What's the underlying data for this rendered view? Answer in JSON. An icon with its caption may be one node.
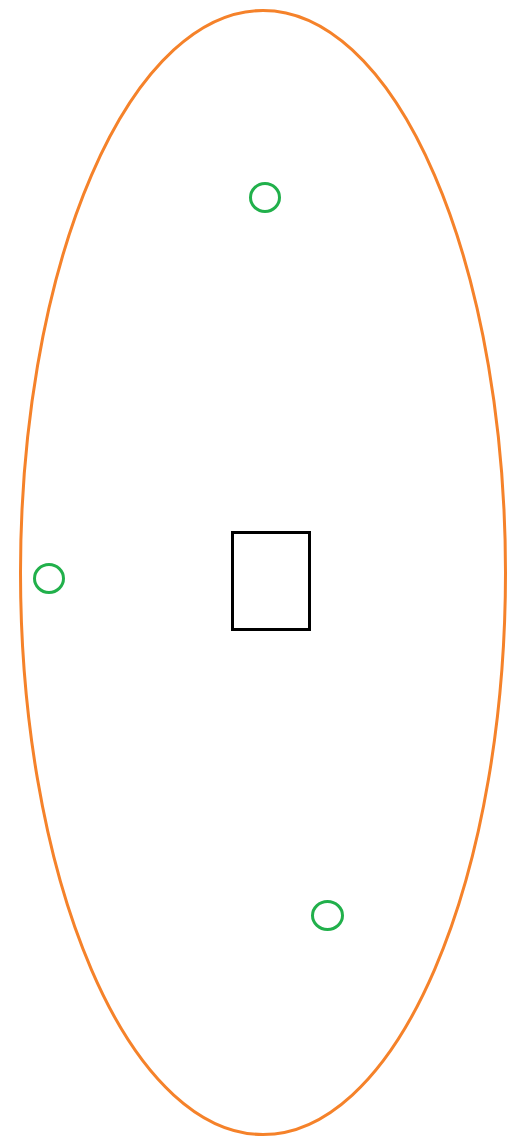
{
  "diagram": {
    "nodes": [
      {
        "text": [],
        "shape": "ellipse"
      },
      {
        "text": [],
        "shape": "circle",
        "in": 0
      },
      {
        "text": [],
        "shape": "circle",
        "in": 0
      },
      {
        "text": [],
        "shape": "box",
        "in": 0
      },
      {
        "text": [],
        "shape": "circle",
        "in": 0
      }
    ]
  }
}
